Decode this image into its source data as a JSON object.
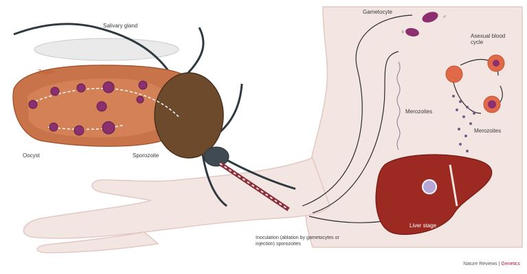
{
  "labels": {
    "salivary_gland": "Salivary gland",
    "zygote": "Zygote",
    "oocyst": "Oocyst",
    "sporozoite": "Sporozoite",
    "gametocyte": "Gametocyte",
    "male": "♂",
    "female": "♀",
    "asexual_cycle": "Asexual blood cycle",
    "merozoites_upper": "Merozoites",
    "merozoites_lower": "Merozoites",
    "liver_stage": "Liver stage",
    "inoculation": "Inoculation (ablation by gametocytes or injection) sporozoites"
  },
  "credit": {
    "journal": "Nature Reviews",
    "separator": " | ",
    "publisher": "Genetics"
  },
  "colors": {
    "skin": "#f0dfda",
    "skin_edge": "#e2c9c3",
    "gut": "#c9734a",
    "gut_inner": "#b9603d",
    "mosquito_body": "#6e4a2c",
    "mosquito_head": "#3f4a52",
    "liver": "#9c2a22",
    "rbc": "#e0694a",
    "parasite": "#8b2f6f",
    "credit_accent": "#b0163a"
  }
}
